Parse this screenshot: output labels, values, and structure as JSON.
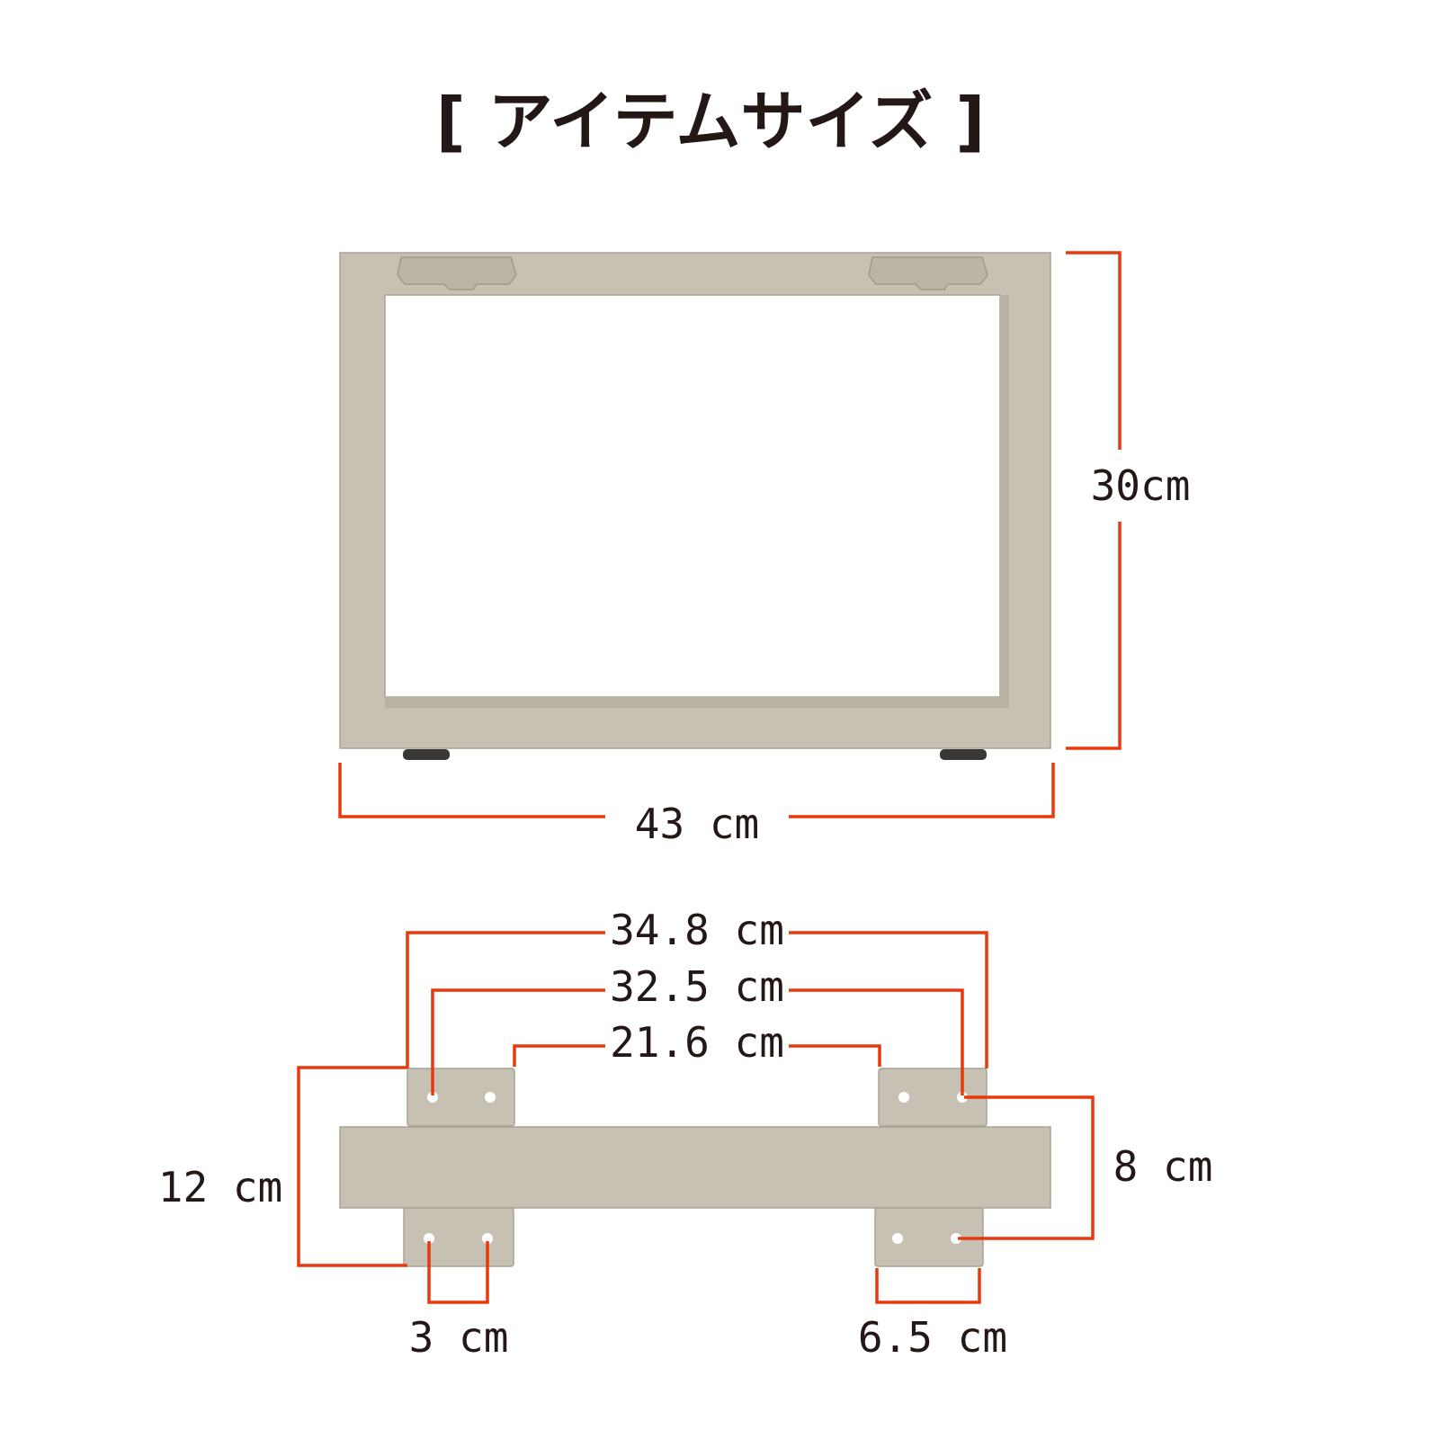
{
  "title": "[ アイテムサイズ ]",
  "colors": {
    "dimension_line": "#e8380d",
    "metal": "#c6c1b2",
    "text": "#231815"
  },
  "front_view": {
    "height_label": "30cm",
    "width_label": "43 cm"
  },
  "top_view": {
    "outer_span_label": "34.8 cm",
    "hole_span_label": "32.5 cm",
    "inner_span_label": "21.6 cm",
    "depth_label": "12 cm",
    "hole_depth_label": "8 cm",
    "hole_pitch_label": "3 cm",
    "plate_width_label": "6.5 cm"
  }
}
